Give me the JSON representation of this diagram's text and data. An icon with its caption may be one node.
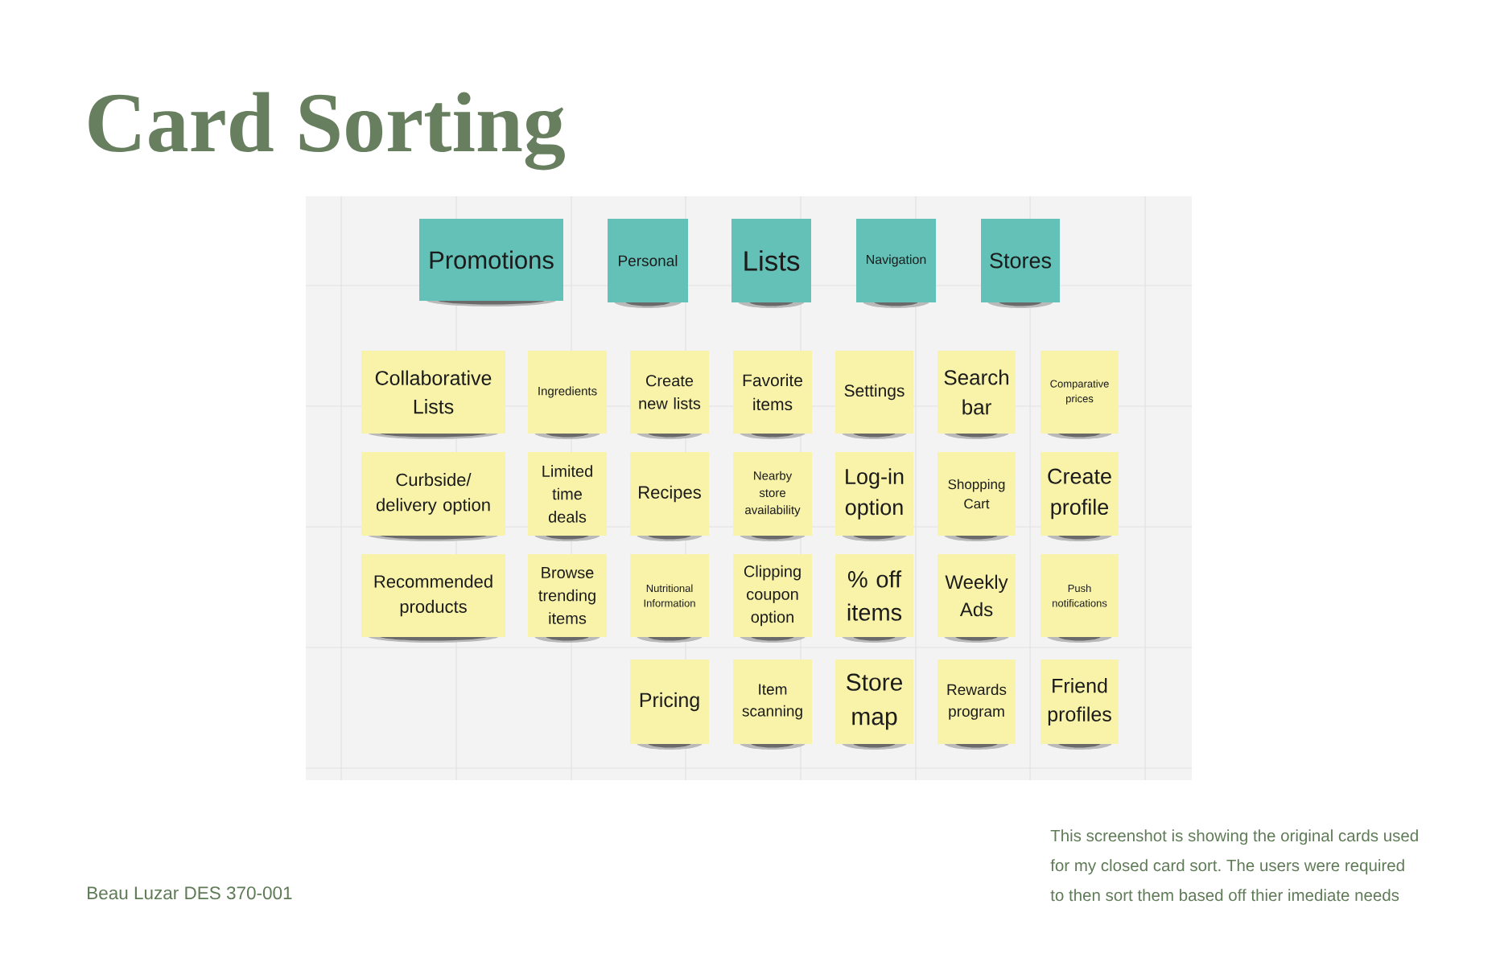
{
  "diagram": {
    "title": "Card Sorting",
    "caption": "This screenshot is showing the original cards used for my closed card sort. The users were required to then sort them based off thier imediate needs",
    "nodes": [
      {
        "text": [
          "Promotions"
        ]
      },
      {
        "text": [
          "Personal"
        ]
      },
      {
        "text": [
          "Lists"
        ]
      },
      {
        "text": [
          "Navigation"
        ]
      },
      {
        "text": [
          "Stores"
        ]
      },
      {
        "text": [
          "Collaborative Lists"
        ]
      },
      {
        "text": [
          "Ingredients"
        ]
      },
      {
        "text": [
          "Create new lists"
        ]
      },
      {
        "text": [
          "Favorite items"
        ]
      },
      {
        "text": [
          "Settings"
        ]
      },
      {
        "text": [
          "Search bar"
        ]
      },
      {
        "text": [
          "Comparative prices"
        ]
      },
      {
        "text": [
          "Curbside/ delivery option"
        ]
      },
      {
        "text": [
          "Limited time deals"
        ]
      },
      {
        "text": [
          "Recipes"
        ]
      },
      {
        "text": [
          "Nearby store availability"
        ]
      },
      {
        "text": [
          "Log-in option"
        ]
      },
      {
        "text": [
          "Shopping Cart"
        ]
      },
      {
        "text": [
          "Create profile"
        ]
      },
      {
        "text": [
          "Recommended products"
        ]
      },
      {
        "text": [
          "Browse trending items"
        ]
      },
      {
        "text": [
          "Nutritional Information"
        ]
      },
      {
        "text": [
          "Clipping coupon option"
        ]
      },
      {
        "text": [
          "% off items"
        ]
      },
      {
        "text": [
          "Weekly Ads"
        ]
      },
      {
        "text": [
          "Push notifications"
        ]
      },
      {
        "text": [
          "Pricing"
        ]
      },
      {
        "text": [
          "Item scanning"
        ]
      },
      {
        "text": [
          "Store map"
        ]
      },
      {
        "text": [
          "Rewards program"
        ]
      },
      {
        "text": [
          "Friend profiles"
        ]
      }
    ],
    "labels": [
      "Beau Luzar DES 370-001"
    ]
  }
}
